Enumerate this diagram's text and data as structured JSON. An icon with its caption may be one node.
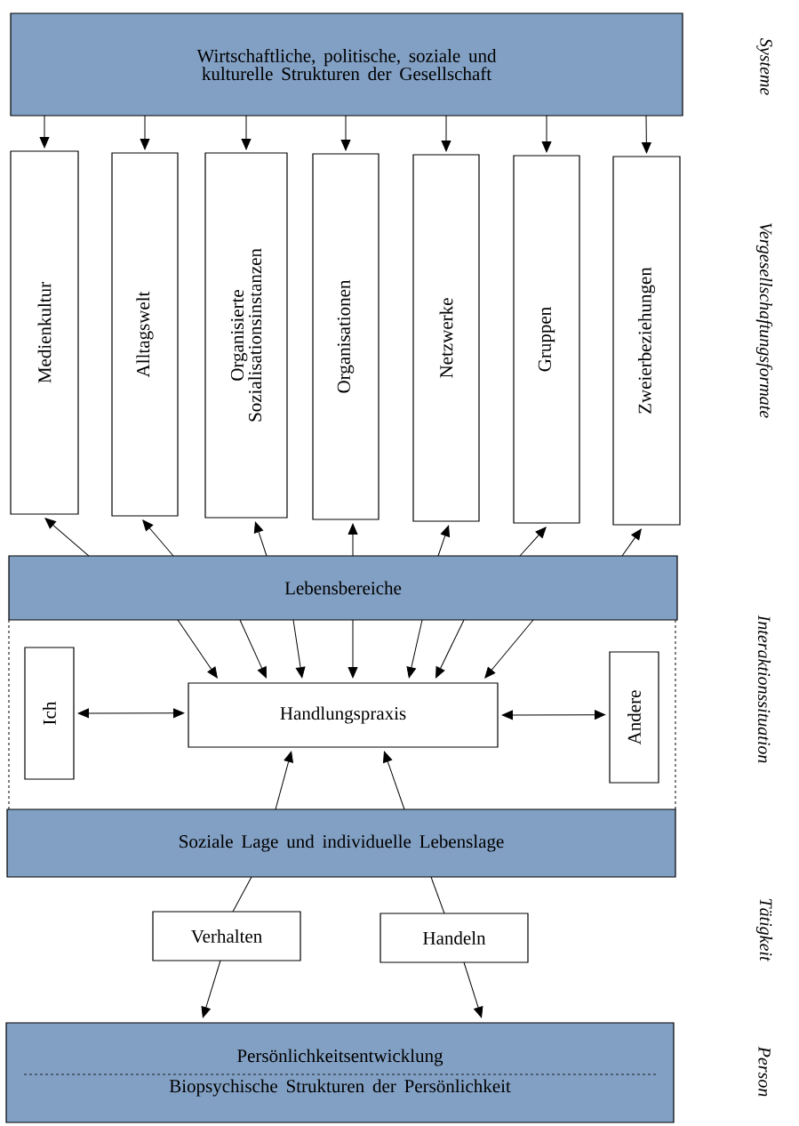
{
  "diagram": {
    "nodes": [
      {
        "text": [
          "Wirtschaftliche, politische, soziale und kulturelle Strukturen der Gesellschaft"
        ]
      },
      {
        "text": [
          "Medienkultur"
        ]
      },
      {
        "text": [
          "Alltagswelt"
        ]
      },
      {
        "text": [
          "Organisierte Sozialisationsinstanzen"
        ]
      },
      {
        "text": [
          "Organisationen"
        ]
      },
      {
        "text": [
          "Netzwerke"
        ]
      },
      {
        "text": [
          "Gruppen"
        ]
      },
      {
        "text": [
          "Zweierbeziehungen"
        ]
      },
      {
        "text": [
          "Lebensbereiche"
        ]
      },
      {
        "text": [
          "Ich"
        ]
      },
      {
        "text": [
          "Handlungspraxis"
        ]
      },
      {
        "text": [
          "Andere"
        ]
      },
      {
        "text": [
          "Soziale Lage und individuelle Lebenslage"
        ]
      },
      {
        "text": [
          "Verhalten"
        ]
      },
      {
        "text": [
          "Handeln"
        ]
      },
      {
        "text": [
          "Persönlichkeitsentwicklung",
          "Biopsychische Strukturen der Persönlichkeit"
        ]
      }
    ],
    "edges": [
      {
        "from": 0,
        "to": 1,
        "arrow": "to"
      },
      {
        "from": 0,
        "to": 2,
        "arrow": "to"
      },
      {
        "from": 0,
        "to": 3,
        "arrow": "to"
      },
      {
        "from": 0,
        "to": 4,
        "arrow": "to"
      },
      {
        "from": 0,
        "to": 5,
        "arrow": "to"
      },
      {
        "from": 0,
        "to": 6,
        "arrow": "to"
      },
      {
        "from": 0,
        "to": 7,
        "arrow": "to"
      },
      {
        "from": 8,
        "to": 1,
        "arrow": "to"
      },
      {
        "from": 8,
        "to": 2,
        "arrow": "to"
      },
      {
        "from": 8,
        "to": 3,
        "arrow": "to"
      },
      {
        "from": 8,
        "to": 4,
        "arrow": "to"
      },
      {
        "from": 8,
        "to": 5,
        "arrow": "to"
      },
      {
        "from": 8,
        "to": 6,
        "arrow": "to"
      },
      {
        "from": 8,
        "to": 7,
        "arrow": "to"
      },
      {
        "from": 8,
        "to": 10,
        "arrow": "to"
      },
      {
        "from": 8,
        "to": 10,
        "arrow": "to"
      },
      {
        "from": 8,
        "to": 10,
        "arrow": "to"
      },
      {
        "from": 8,
        "to": 10,
        "arrow": "to"
      },
      {
        "from": 8,
        "to": 10,
        "arrow": "to"
      },
      {
        "from": 8,
        "to": 10,
        "arrow": "to"
      },
      {
        "from": 8,
        "to": 10,
        "arrow": "to"
      },
      {
        "from": 9,
        "to": 10,
        "arrow": "both"
      },
      {
        "from": 10,
        "to": 11,
        "arrow": "both"
      },
      {
        "from": 12,
        "to": 10,
        "arrow": "to"
      },
      {
        "from": 12,
        "to": 10,
        "arrow": "to"
      },
      {
        "from": 12,
        "to": 13,
        "arrow": "none"
      },
      {
        "from": 12,
        "to": 14,
        "arrow": "none"
      },
      {
        "from": 13,
        "to": 15,
        "arrow": "to"
      },
      {
        "from": 14,
        "to": 15,
        "arrow": "to"
      }
    ],
    "labels": [
      "Systeme",
      "Vergesellschaftungsformate",
      "Interaktionssituation",
      "Tätigkeit",
      "Person"
    ]
  }
}
